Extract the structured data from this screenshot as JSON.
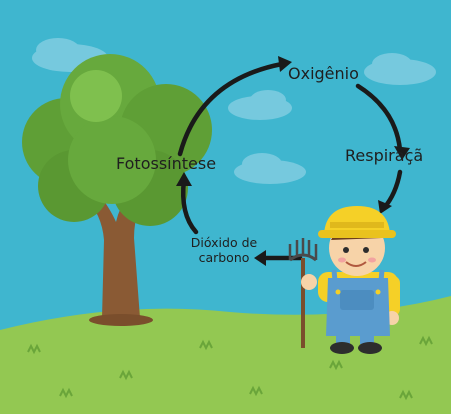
{
  "diagram": {
    "labels": {
      "oxygen": "Oxigênio",
      "respiration": "Respiraçã",
      "photosynthesis": "Fotossíntese",
      "co2_line1": "Dióxido de",
      "co2_line2": "carbono"
    },
    "colors": {
      "sky": "#3fb6cf",
      "grass": "#93c852",
      "grass_dark": "#7fb545",
      "tree_trunk": "#8a5a34",
      "foliage": "#67a93d",
      "foliage_light": "#7fc04e",
      "hat": "#f5d027",
      "overalls": "#5a9ccf",
      "arrow": "#1a1a1a",
      "skin": "#f7d3a8"
    },
    "icons": [
      "tree-icon",
      "farmer-icon",
      "rake-icon",
      "cloud-icon"
    ]
  }
}
